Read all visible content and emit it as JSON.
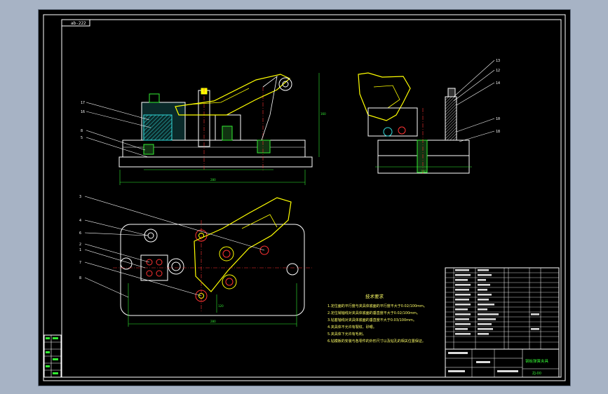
{
  "drawing": {
    "tag": "ab-222",
    "technical_requirements": {
      "title": "技术要求",
      "lines": [
        "1.定位面的平行度与夹具体底面的平行度不大于0.02/100mm。",
        "2.定位销轴线对夹具体底面的垂直度不大于0.02/100mm。",
        "3.钻套轴线对夹具体底面的垂直度不大于0.03/100mm。",
        "4.夹具体不允许有裂纹、砂眼。",
        "5.夹具体下允许有毛刺。",
        "6.钻模板的安装与各零件的外形尺寸以及钻孔的相关位置保证。"
      ]
    },
    "balloons": {
      "front": [
        "17",
        "16",
        "8",
        "5"
      ],
      "side": [
        "13",
        "12",
        "14",
        "10",
        "18"
      ],
      "plan": [
        "3",
        "4",
        "6",
        "2",
        "1",
        "7",
        "8"
      ]
    },
    "dims": {
      "front_width": "280",
      "front_height": "160",
      "side_width": "100",
      "plan_width": "280",
      "plan_height": "120"
    },
    "title_block": {
      "part_name": "钢板弹簧夹具",
      "drawing_no": "ZJ-00"
    }
  }
}
